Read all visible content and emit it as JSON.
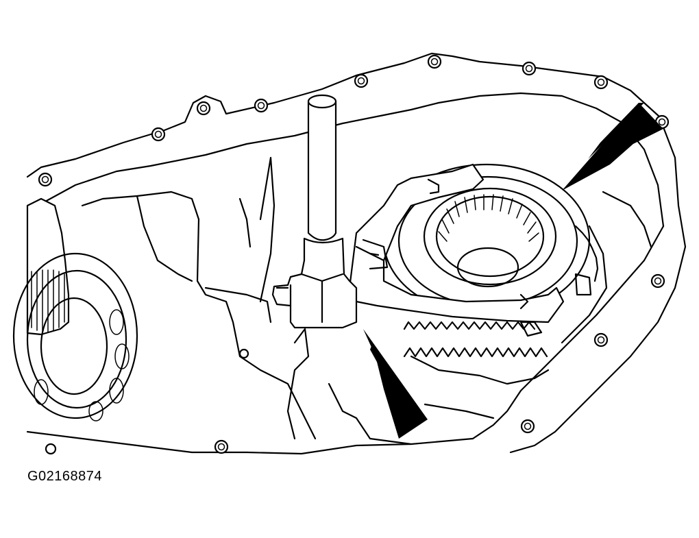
{
  "figure": {
    "id_label": "G02168874"
  },
  "colors": {
    "line": "#000000",
    "background": "#ffffff"
  },
  "annotations": [
    {
      "name": "arrow-upper-right",
      "icon": "arrow-icon"
    },
    {
      "name": "arrow-lower-center",
      "icon": "arrow-icon"
    }
  ]
}
